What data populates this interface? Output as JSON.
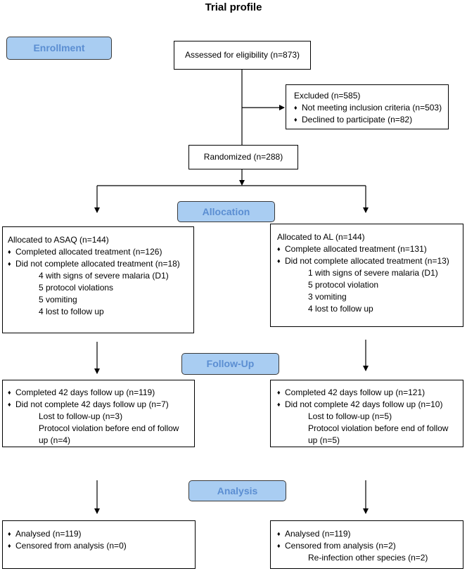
{
  "title": "Trial profile",
  "stages": {
    "enrollment": "Enrollment",
    "allocation": "Allocation",
    "followup": "Follow-Up",
    "analysis": "Analysis"
  },
  "bullet": "♦",
  "assessed": "Assessed for eligibility (n=873)",
  "excluded": {
    "title": "Excluded (n=585)",
    "items": [
      "Not meeting inclusion criteria (n=503)",
      "Declined to participate (n=82)"
    ]
  },
  "randomized": "Randomized (n=288)",
  "asaq": {
    "allocation": {
      "title": "Allocated to ASAQ (n=144)",
      "items": [
        "Completed allocated treatment (n=126)",
        "Did not complete allocated treatment (n=18)"
      ],
      "sub": [
        "4 with signs of severe malaria (D1)",
        "5 protocol violations",
        "5 vomiting",
        "4 lost to follow up"
      ]
    },
    "followup": {
      "items": [
        "Completed 42 days follow up (n=119)",
        "Did not complete 42 days follow up (n=7)"
      ],
      "sub": [
        "Lost to follow-up (n=3)",
        "Protocol violation before end of follow up (n=4)"
      ]
    },
    "analysis": {
      "items": [
        "Analysed  (n=119)",
        "Censored from analysis  (n=0)"
      ]
    }
  },
  "al": {
    "allocation": {
      "title": "Allocated to AL (n=144)",
      "items": [
        "Complete allocated treatment (n=131)",
        "Did not complete allocated treatment (n=13)"
      ],
      "sub": [
        "1 with signs of severe malaria (D1)",
        "5 protocol violation",
        "3 vomiting",
        "4 lost to follow up"
      ]
    },
    "followup": {
      "items": [
        "Completed 42 days follow up (n=121)",
        "Did not complete 42 days follow up (n=10)"
      ],
      "sub": [
        "Lost to follow-up (n=5)",
        "Protocol violation before end of follow up (n=5)"
      ]
    },
    "analysis": {
      "items": [
        "Analysed  (n=119)",
        "Censored from analysis (n=2)"
      ],
      "sub": [
        "Re-infection other species (n=2)"
      ]
    }
  }
}
